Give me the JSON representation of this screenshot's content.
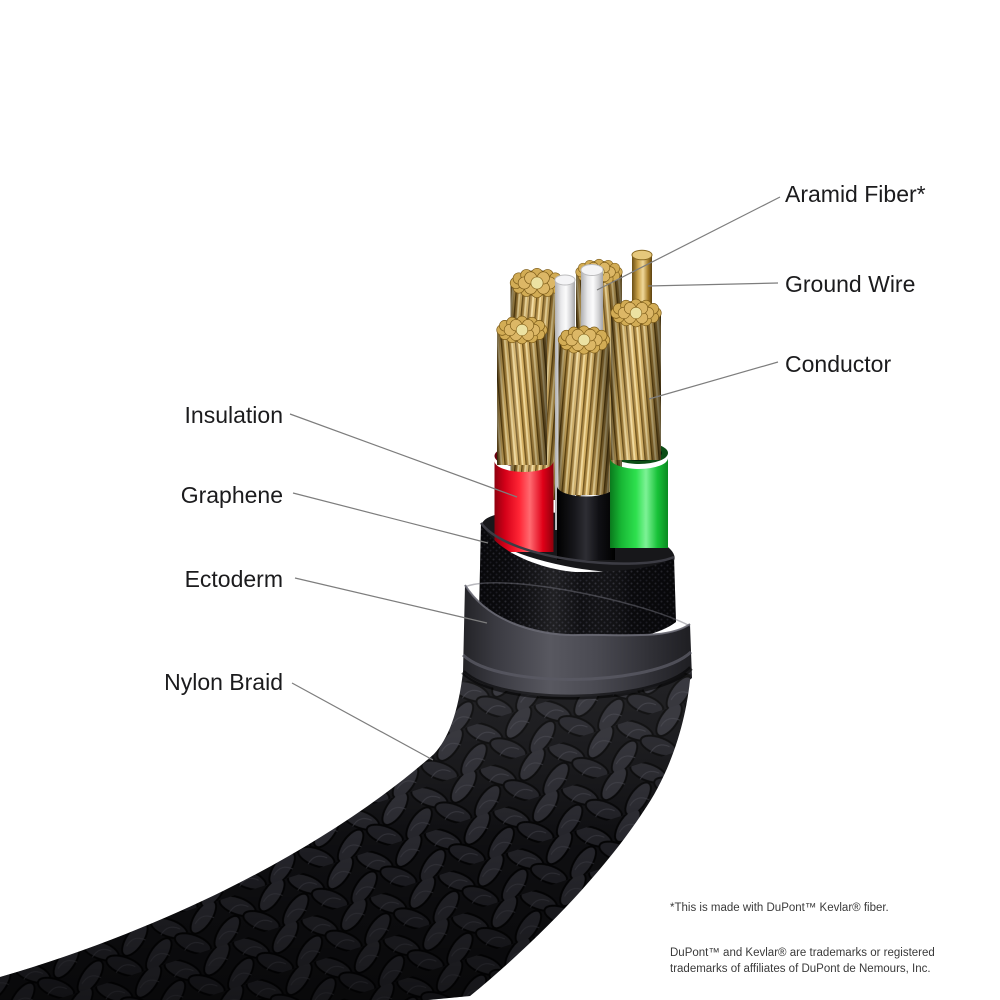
{
  "diagram": {
    "title_context": "Cable cross-section cutaway diagram",
    "labels": {
      "aramid_fiber": "Aramid Fiber*",
      "ground_wire": "Ground Wire",
      "conductor": "Conductor",
      "insulation": "Insulation",
      "graphene": "Graphene",
      "ectoderm": "Ectoderm",
      "nylon_braid": "Nylon Braid"
    },
    "footnotes": {
      "line1": "*This is made with DuPont™ Kevlar® fiber.",
      "line2": "DuPont™ and Kevlar® are trademarks or registered",
      "line3": "trademarks of affiliates of DuPont de Nemours, Inc."
    },
    "colors": {
      "insulation_red": "#ff1a2a",
      "insulation_green": "#2ee04e",
      "insulation_black": "#131316",
      "conductor_gold": "#c9a44a",
      "aramid_white": "#f2f2f2",
      "ground_wire_gold": "#d9b868",
      "ectoderm_gray": "#45454c",
      "graphene_black": "#101013",
      "nylon_braid_black": "#17171a",
      "label_text": "#1b1b1d",
      "leader_line": "#7d7d7d",
      "footnote_text": "#3a3a3a"
    }
  }
}
